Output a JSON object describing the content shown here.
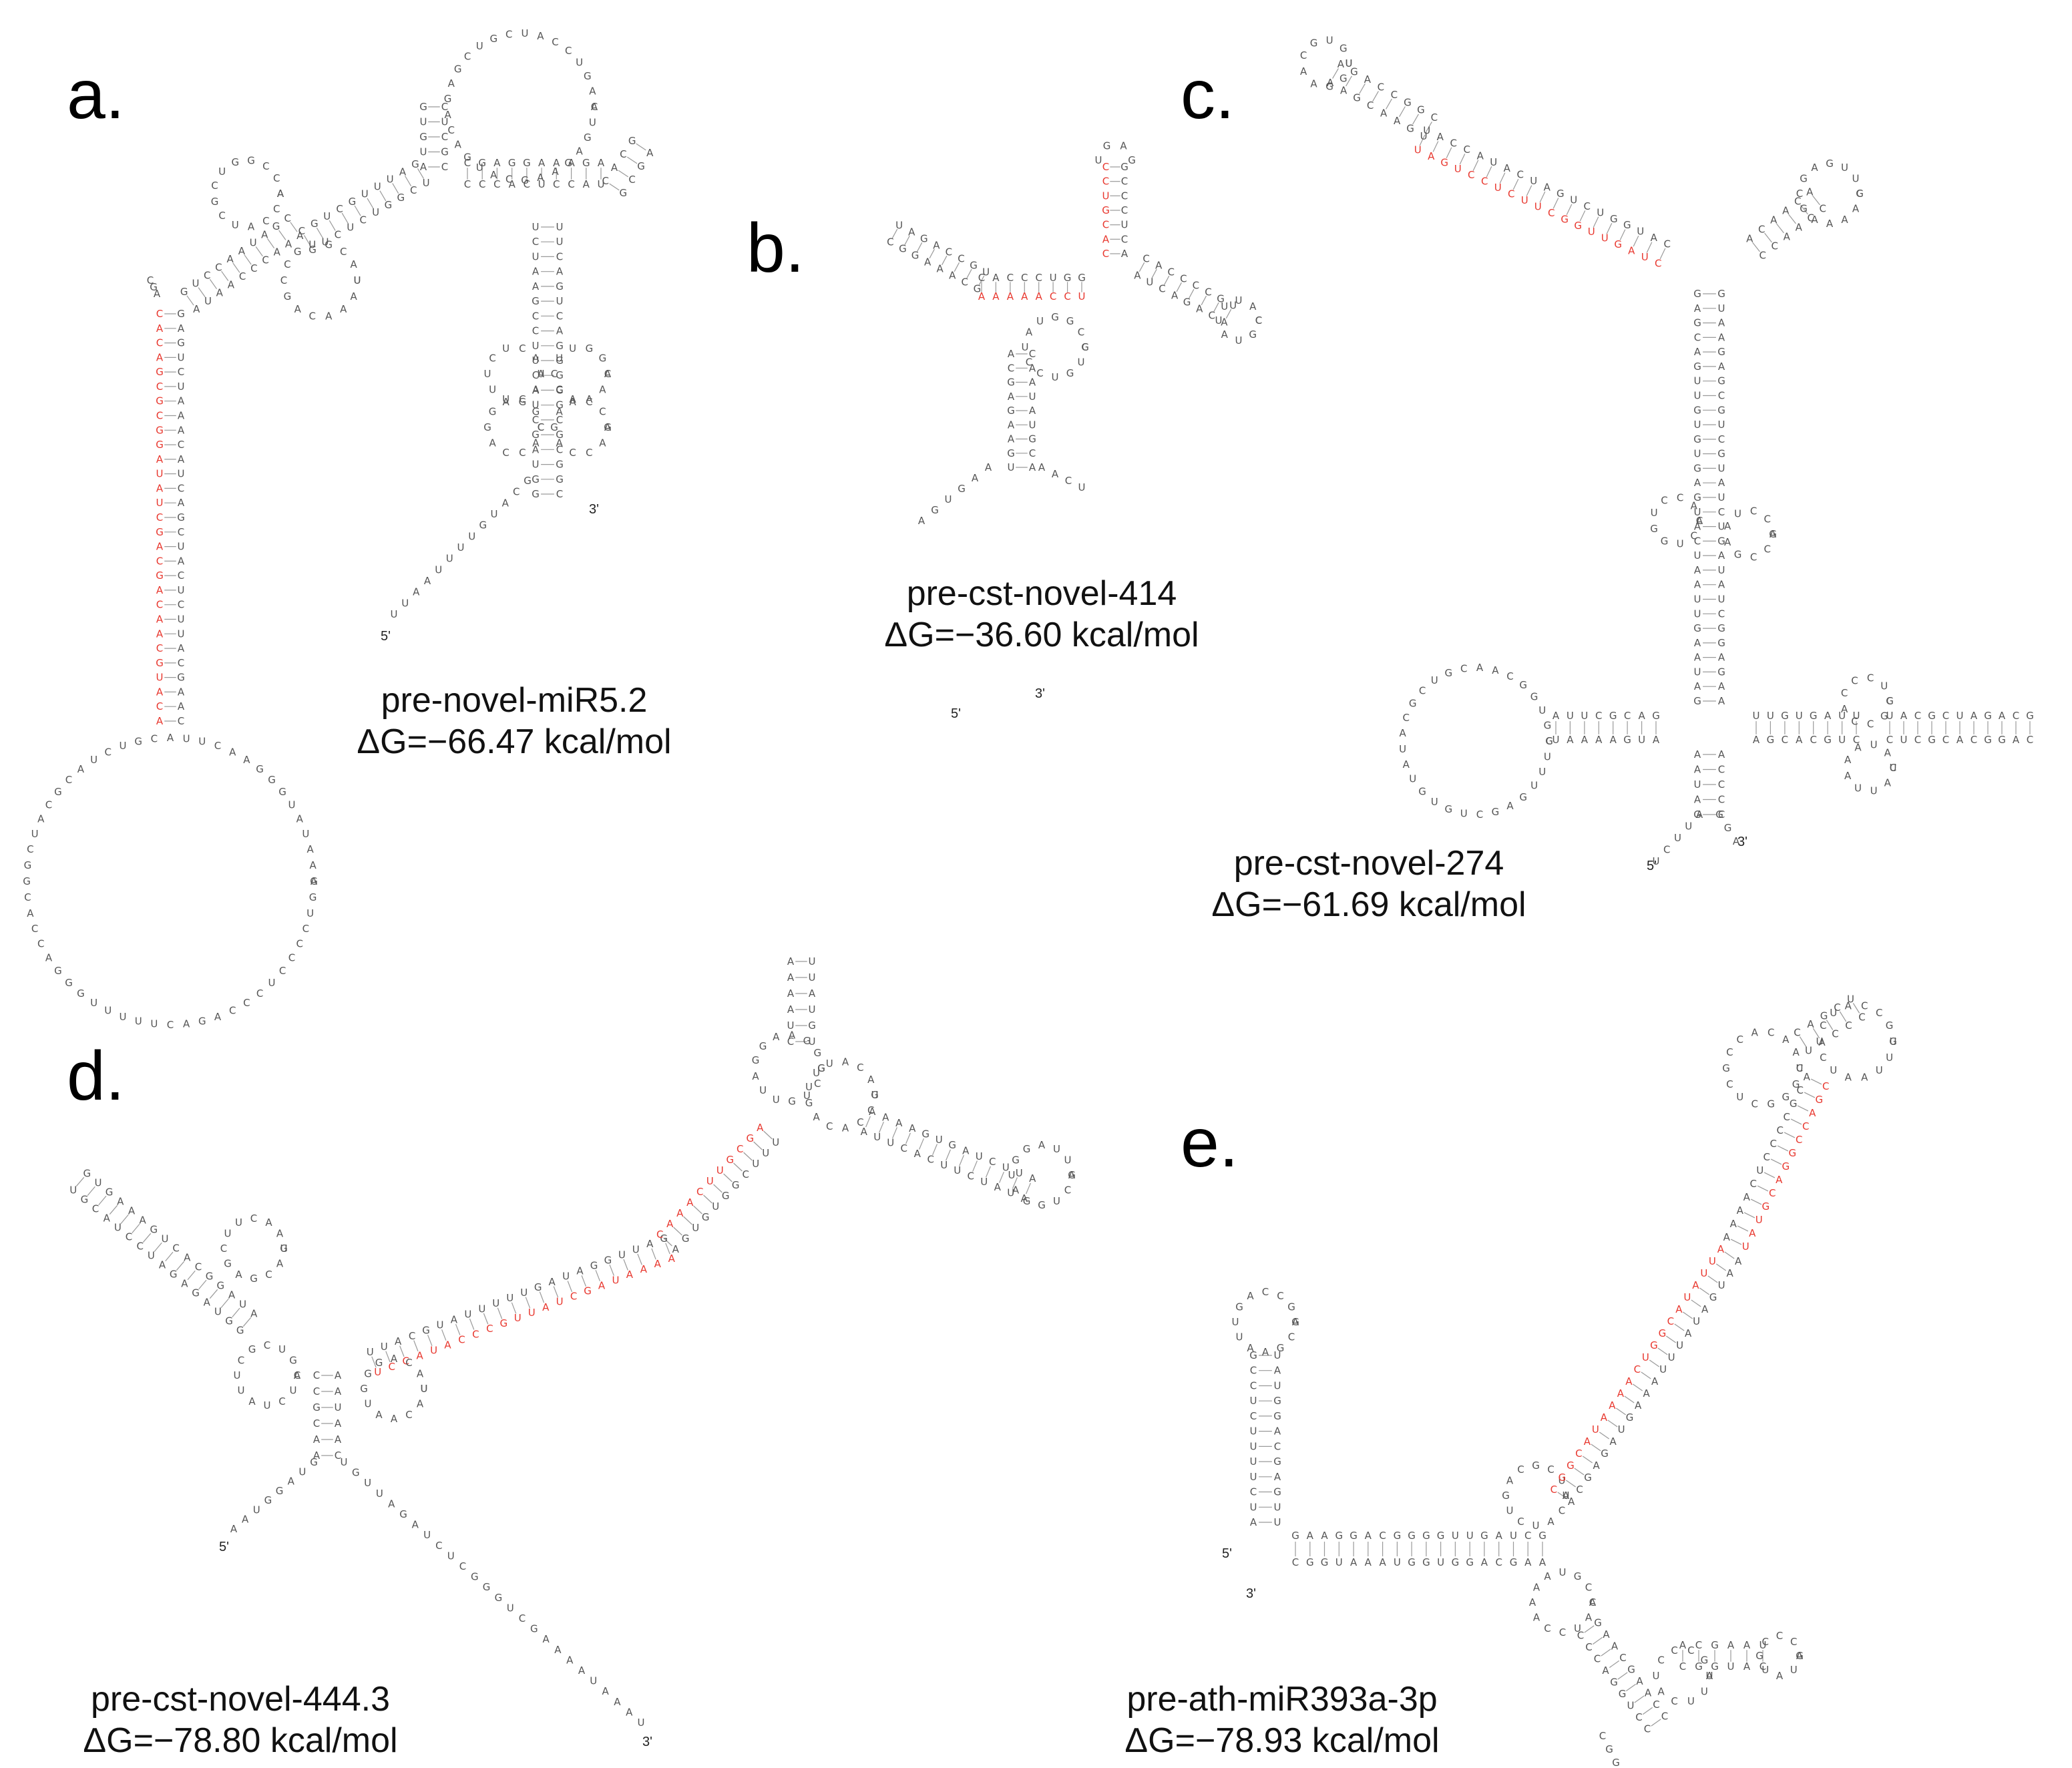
{
  "colors": {
    "base": "#555555",
    "highlight": "#e8382f",
    "bond": "#9a9a9a"
  },
  "panels": [
    {
      "letter": "a.",
      "name": "pre-novel-miR5.2",
      "energy": "ΔG=−66.47 kcal/mol",
      "five_prime": "5'",
      "three_prime": "3'"
    },
    {
      "letter": "b.",
      "name": "pre-cst-novel-414",
      "energy": "ΔG=−36.60 kcal/mol",
      "five_prime": "5'",
      "three_prime": "3'"
    },
    {
      "letter": "c.",
      "name": "pre-cst-novel-274",
      "energy": "ΔG=−61.69 kcal/mol",
      "five_prime": "5'",
      "three_prime": "3'"
    },
    {
      "letter": "d.",
      "name": "pre-cst-novel-444.3",
      "energy": "ΔG=−78.80 kcal/mol",
      "five_prime": "5'",
      "three_prime": "3'"
    },
    {
      "letter": "e.",
      "name": "pre-ath-miR393a-3p",
      "energy": "ΔG=−78.93 kcal/mol",
      "five_prime": "5'",
      "three_prime": "3'"
    }
  ]
}
